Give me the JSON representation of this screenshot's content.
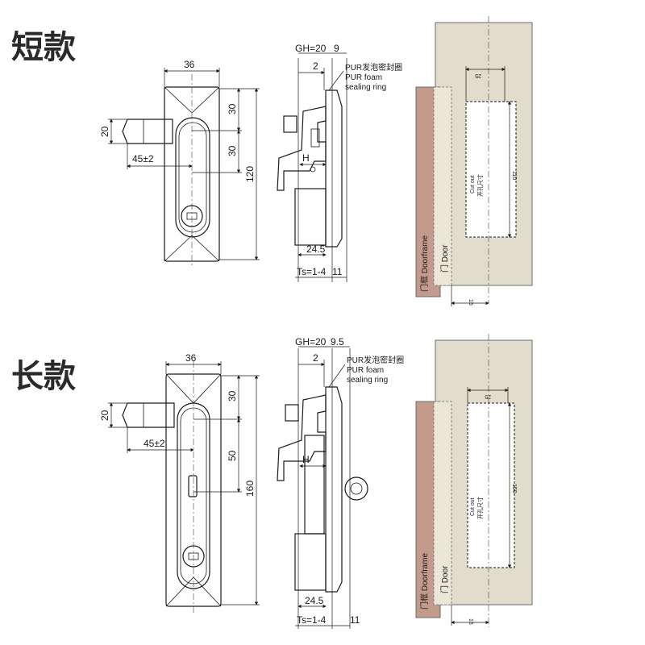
{
  "short_model": {
    "title": "短款",
    "front": {
      "width": "36",
      "d30a": "30",
      "d30b": "30",
      "height": "120",
      "handle": "20",
      "offset": "45±2"
    },
    "side": {
      "gh": "GH=20",
      "gh2": "9",
      "two": "2",
      "foam_cn": "PUR发泡密封圈",
      "foam_en1": "PUR foam",
      "foam_en2": "sealing ring",
      "h": "H",
      "d245": "24.5",
      "ts": "Ts=1-4",
      "d11": "11"
    },
    "cutout": {
      "w": "25",
      "h": "110",
      "label_en": "Cut out",
      "label_cn": "开孔尺寸",
      "doorframe": "门框 Doorframe",
      "door": "门 Door",
      "offset": "15"
    }
  },
  "long_model": {
    "title": "长款",
    "front": {
      "width": "36",
      "d30": "30",
      "d50": "50",
      "height": "160",
      "handle": "20",
      "offset": "45±2"
    },
    "side": {
      "gh": "GH=20",
      "gh2": "9.5",
      "two": "2",
      "foam_cn": "PUR发泡密封圈",
      "foam_en1": "PUR foam",
      "foam_en2": "sealing ring",
      "h": "H",
      "d245": "24.5",
      "ts": "Ts=1-4",
      "d11": "11"
    },
    "cutout": {
      "w": "25",
      "h": "150",
      "label_en": "Cut out",
      "label_cn": "开孔尺寸",
      "doorframe": "门框 Doorframe",
      "door": "门 Door",
      "offset": "15"
    }
  }
}
